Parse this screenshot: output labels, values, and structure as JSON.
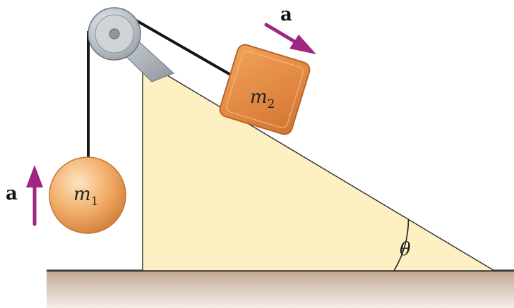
{
  "labels": {
    "accel_block": "a",
    "accel_sphere": "a",
    "mass1": "m",
    "mass1_sub": "1",
    "mass2": "m",
    "mass2_sub": "2",
    "angle": "θ"
  },
  "colors": {
    "incline_fill": "#fdf0c2",
    "incline_stroke": "#3a3a3a",
    "ground": "#cdb9a5",
    "block": "#e0873d",
    "block_edge": "#b6652a",
    "sphere_light": "#fbd2a1",
    "sphere_dark": "#d8843b",
    "arrow": "#a02681",
    "pulley": "#c8ced4",
    "bracket": "#b5bcc2",
    "rope": "#151515"
  },
  "icons": {
    "pulley": "pulley-icon",
    "arrow": "arrow-icon"
  }
}
